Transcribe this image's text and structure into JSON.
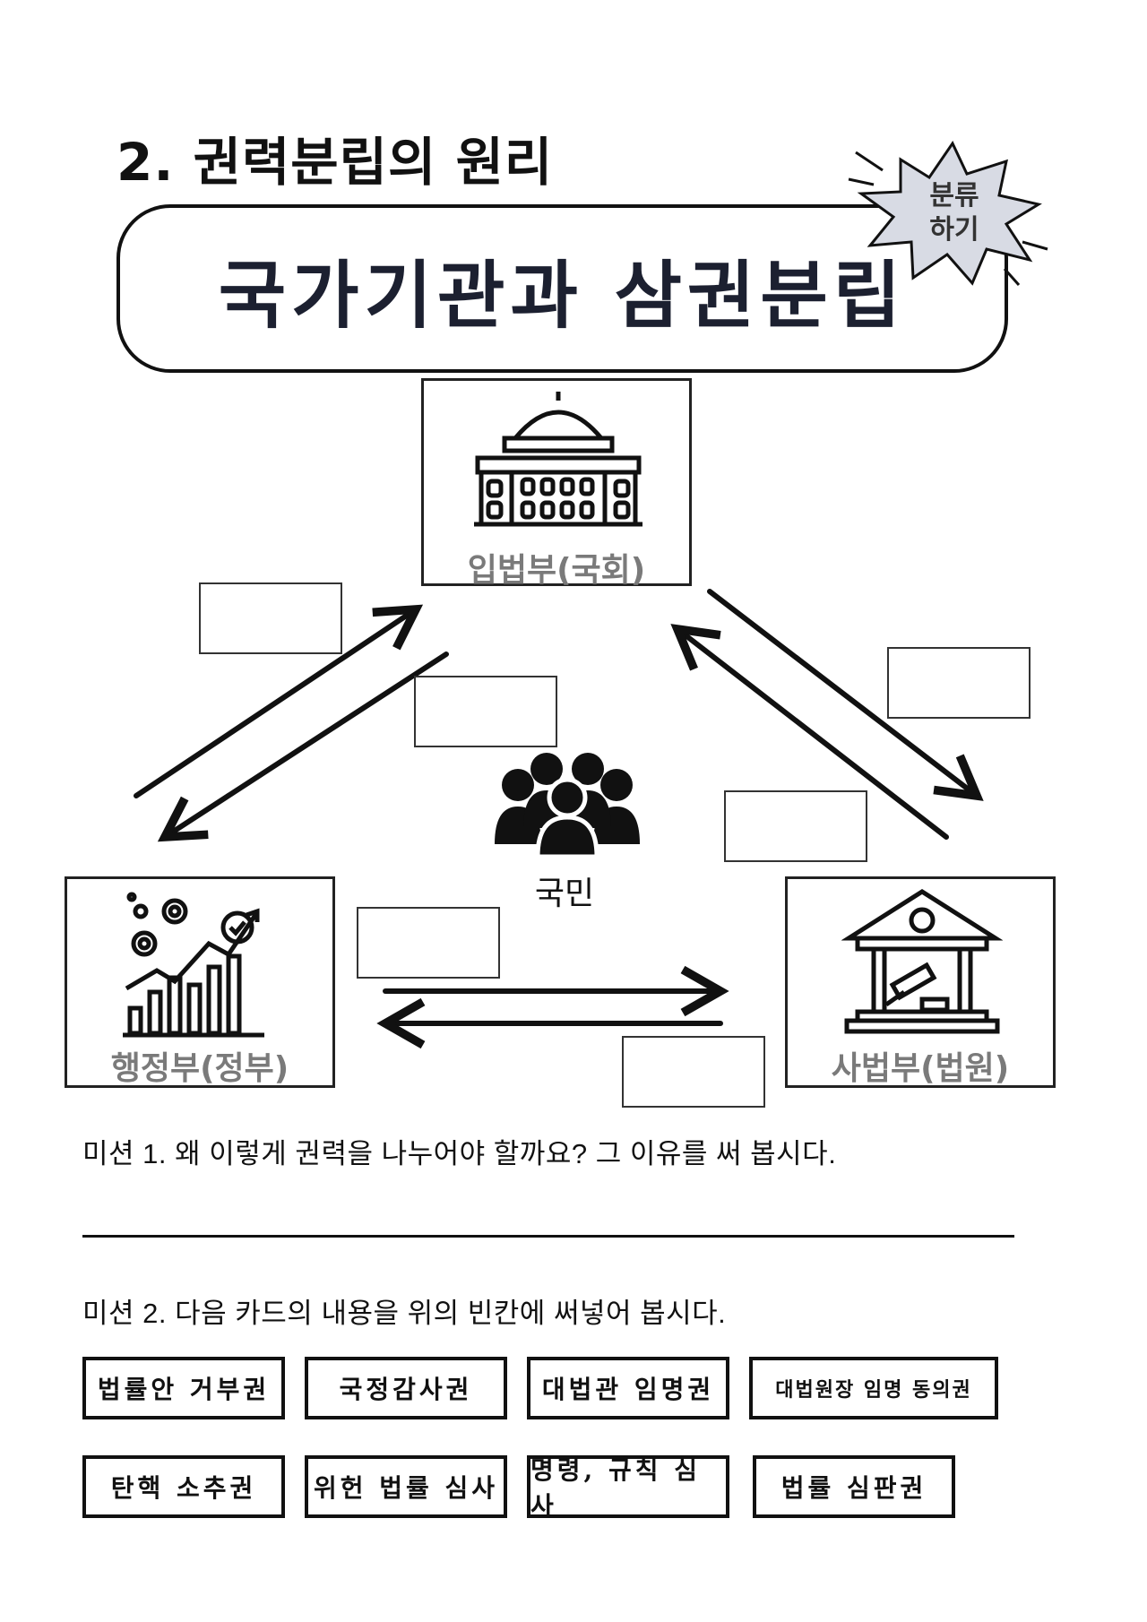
{
  "header": {
    "section_title": "2. 권력분립의 원리",
    "banner_title": "국가기관과 삼권분립",
    "badge_line1": "분류",
    "badge_line2": "하기"
  },
  "diagram": {
    "legislative_label": "입법부(국회)",
    "executive_label": "행정부(정부)",
    "judicial_label": "사법부(법원)",
    "people_label": "국민"
  },
  "missions": {
    "mission1": "미션 1. 왜 이렇게 권력을 나누어야 할까요? 그 이유를 써 봅시다.",
    "mission2": "미션 2. 다음 카드의 내용을 위의 빈칸에 써넣어 봅시다."
  },
  "cards": [
    "법률안 거부권",
    "국정감사권",
    "대법관 임명권",
    "대법원장 임명 동의권",
    "탄핵 소추권",
    "위헌 법률 심사",
    "명령, 규칙 심사",
    "법률 심판권"
  ],
  "icons": {
    "badge": "burst-badge-icon",
    "legislative": "assembly-building-icon",
    "executive": "growth-chart-gears-icon",
    "judicial": "courthouse-gavel-icon",
    "people": "people-group-icon"
  }
}
